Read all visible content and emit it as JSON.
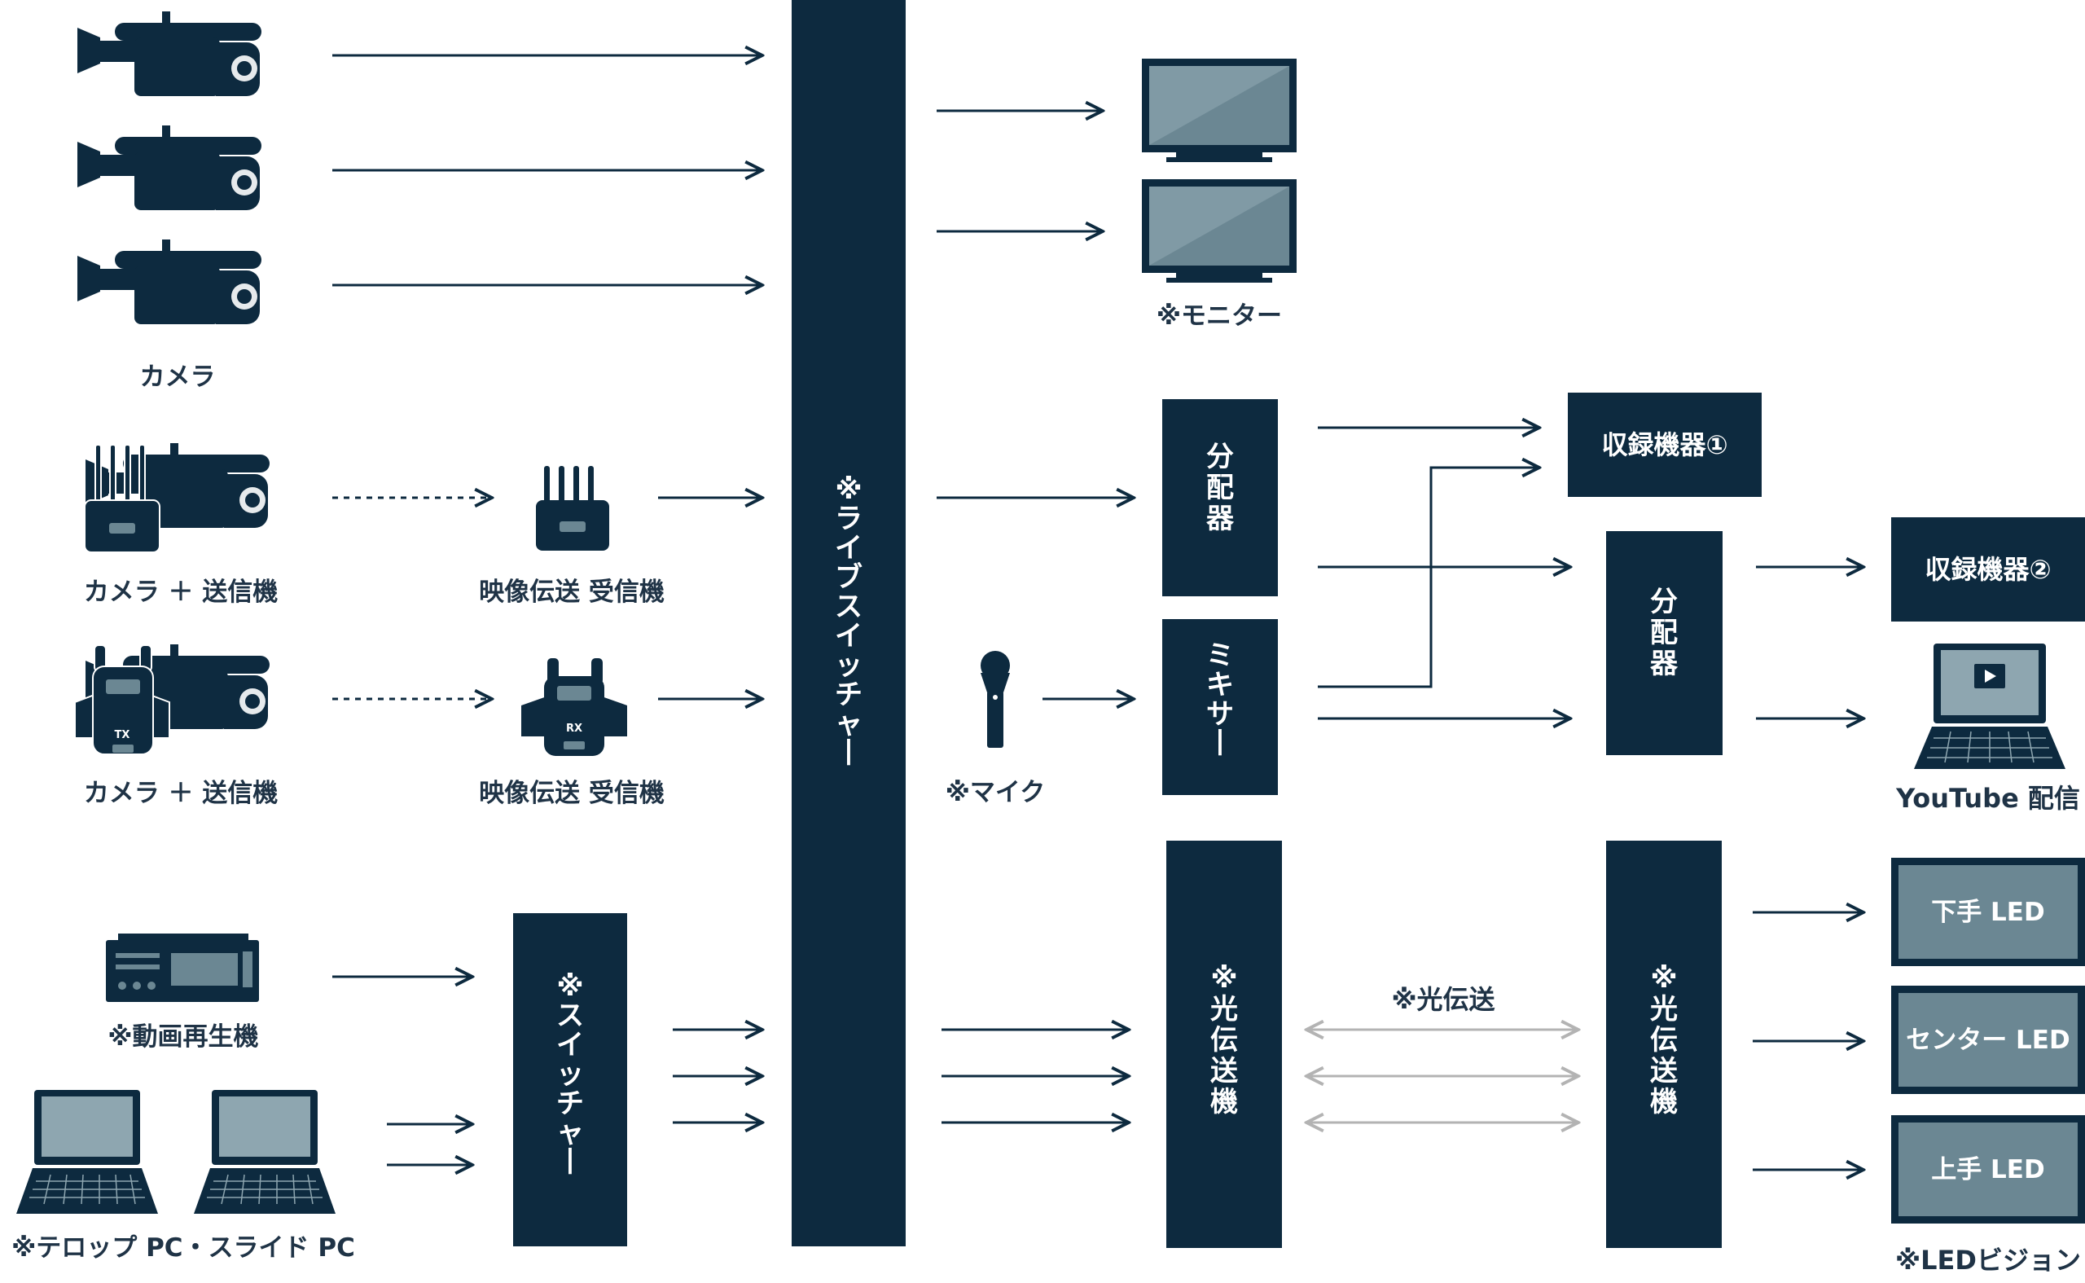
{
  "colors": {
    "navy": "#0d2a3f",
    "label": "#1f3346",
    "screen": "#6b8793",
    "screen_hi": "#8ea6b0",
    "grey_arrow": "#b3b3b3"
  },
  "labels": {
    "camera": "カメラ",
    "camera_tx_1": "カメラ ＋ 送信機",
    "camera_tx_2": "カメラ ＋ 送信機",
    "receiver_1": "映像伝送 受信機",
    "receiver_2": "映像伝送 受信機",
    "video_player": "※動画再生機",
    "telop_pc": "※テロップ PC・スライド PC",
    "monitor": "※モニター",
    "mic": "※マイク",
    "youtube": "YouTube 配信",
    "led_vision": "※LEDビジョン",
    "optical_transmission": "※光伝送",
    "tx_badge": "TX",
    "rx_badge": "RX"
  },
  "boxes": {
    "live_switcher": [
      "※",
      "ラ",
      "イ",
      "ブ",
      "ス",
      "イ",
      "ッ",
      "チ",
      "ャ",
      "ー"
    ],
    "switcher": [
      "※",
      "ス",
      "イ",
      "ッ",
      "チ",
      "ャ",
      "ー"
    ],
    "distributor_1": [
      "分",
      "配",
      "器"
    ],
    "distributor_2": [
      "分",
      "配",
      "器"
    ],
    "mixer": [
      "ミ",
      "キ",
      "サ",
      "ー"
    ],
    "optical_tx_1": [
      "※",
      "光",
      "伝",
      "送",
      "機"
    ],
    "optical_tx_2": [
      "※",
      "光",
      "伝",
      "送",
      "機"
    ],
    "recorder_1": "収録機器①",
    "recorder_2": "収録機器②",
    "led_shimote": "下手 LED",
    "led_center": "センター LED",
    "led_kamite": "上手 LED"
  },
  "icons": [
    "video-camera-icon",
    "wireless-receiver-icon",
    "tx-transmitter-icon",
    "rx-receiver-icon",
    "monitor-icon",
    "microphone-icon",
    "laptop-icon",
    "play-icon",
    "video-player-deck-icon"
  ]
}
